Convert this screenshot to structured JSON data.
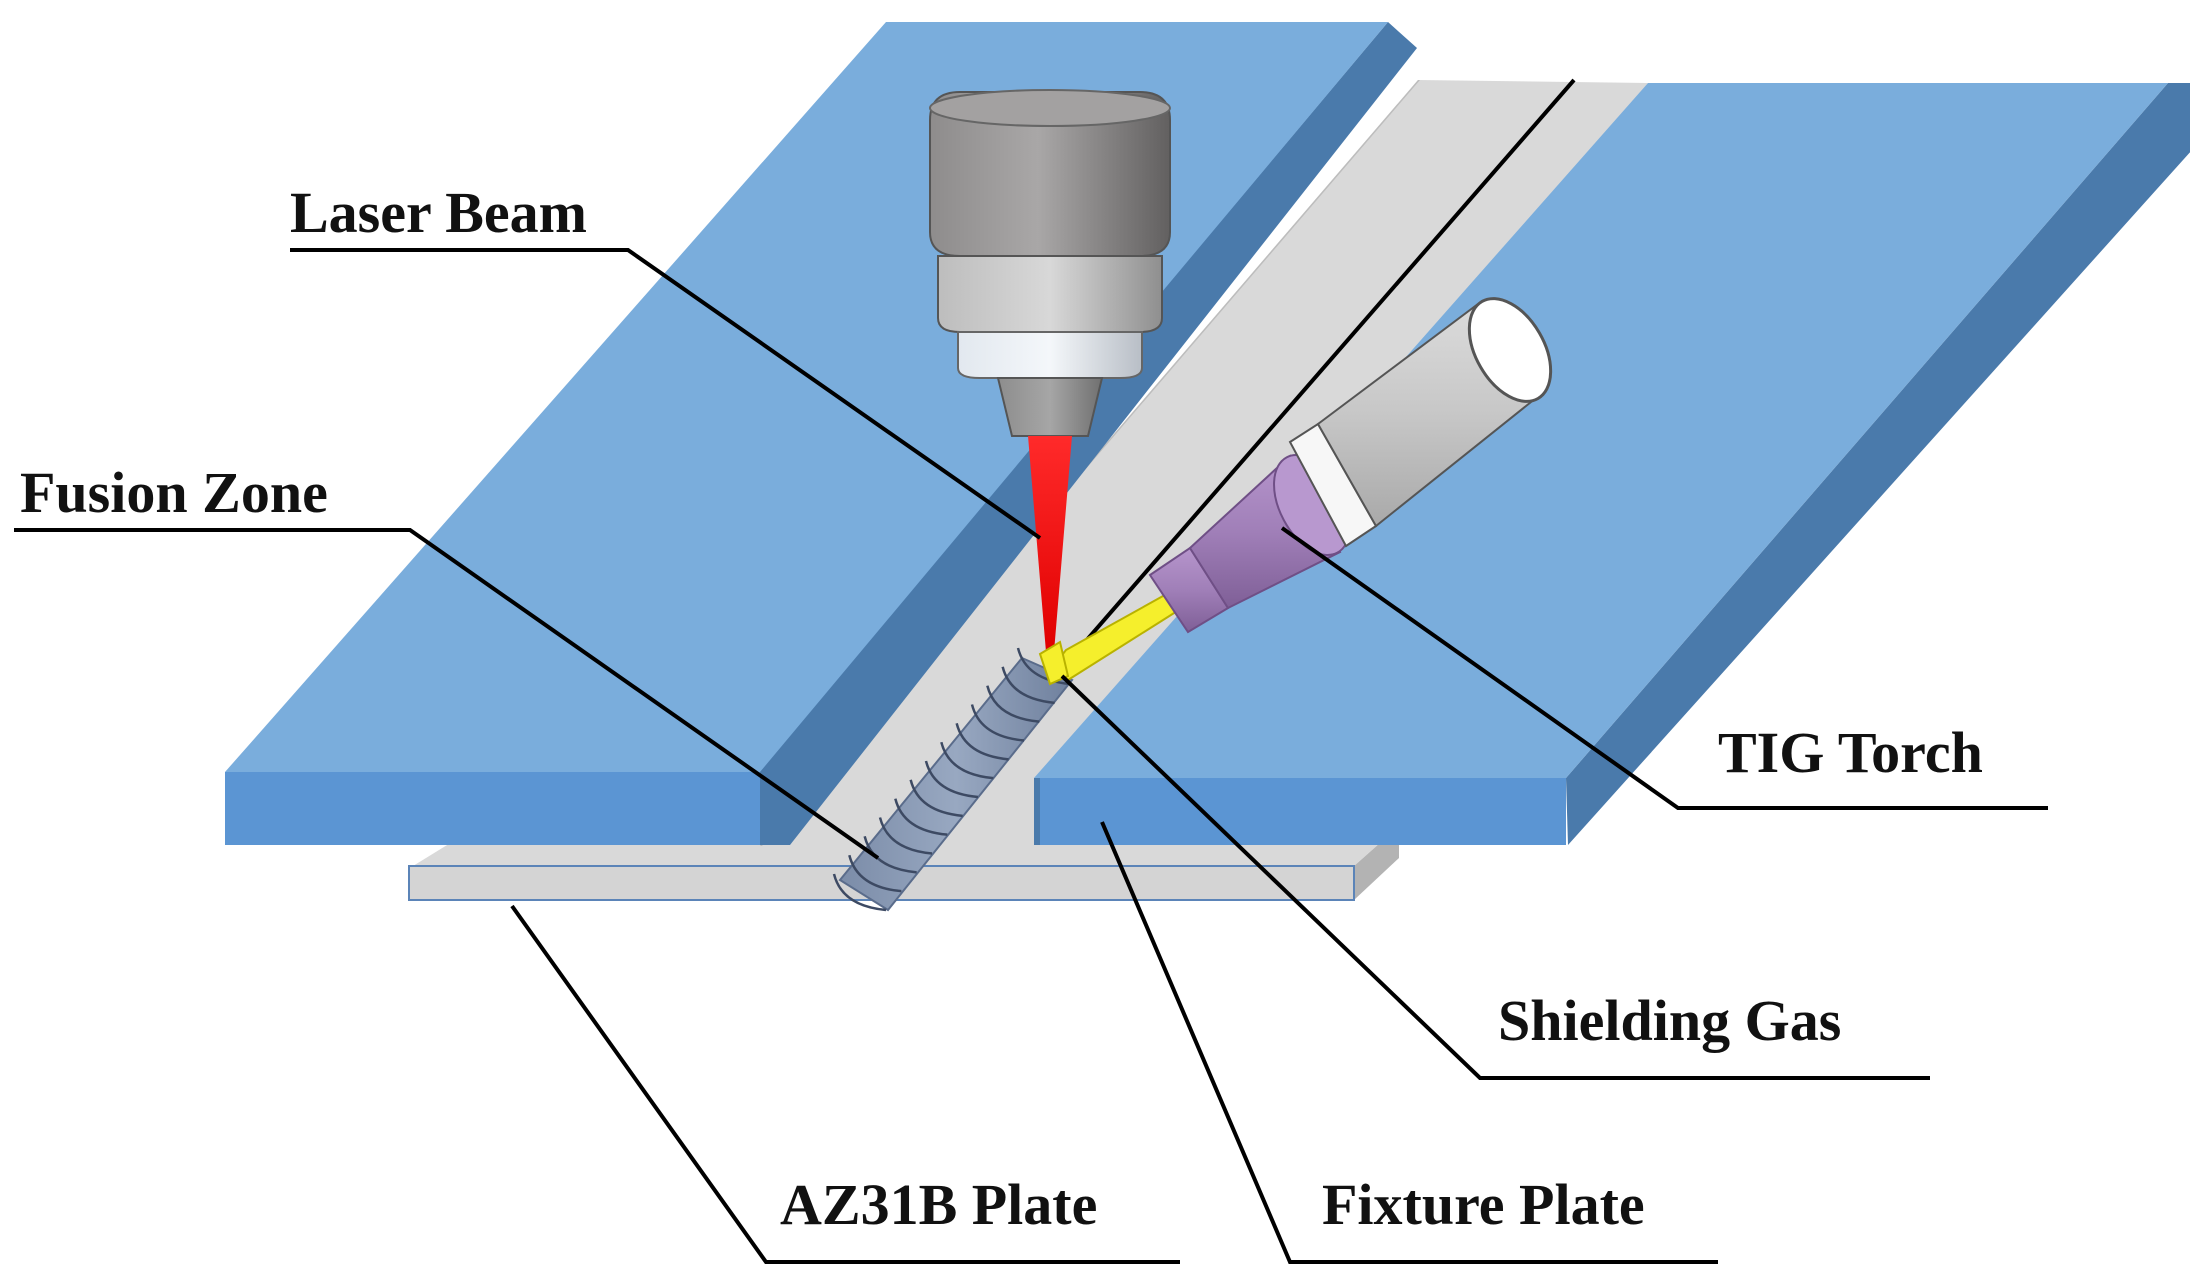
{
  "labels": {
    "laser_beam": "Laser Beam",
    "fusion_zone": "Fusion Zone",
    "tig_torch": "TIG Torch",
    "shielding_gas": "Shielding Gas",
    "az31b_plate": "AZ31B Plate",
    "fixture_plate": "Fixture Plate"
  },
  "colors": {
    "plate_top": "#7aaddc",
    "plate_side_dark": "#4a7aab",
    "plate_front": "#5b95d3",
    "fixture_top": "#d9d9d9",
    "fixture_edge": "#b3b3b3",
    "laser": "#ff0000",
    "laser_head_dark": "#7a7878",
    "laser_head_light": "#bfbfbf",
    "torch_gray": "#cfcfcf",
    "torch_nozzle": "#9e7ab8",
    "shielding_gas": "#f5ef2c",
    "weld_bead": "#8a9bb6",
    "leader_line": "#000000"
  }
}
